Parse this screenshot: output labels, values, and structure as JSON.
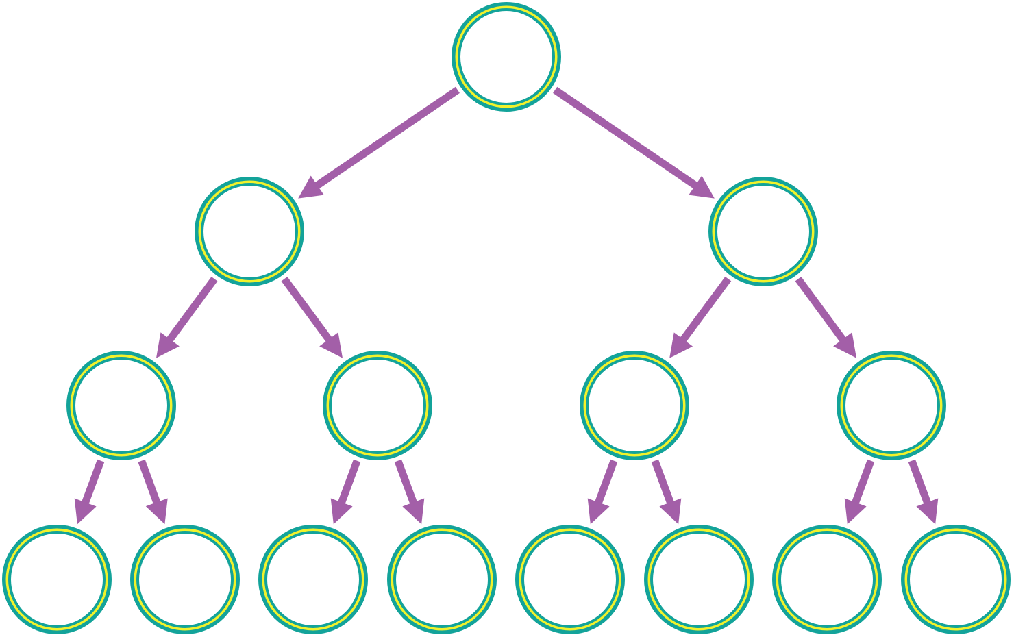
{
  "diagram": {
    "type": "binary-tree",
    "levels": 4,
    "node_count": 15,
    "edge_direction": "parent-to-child",
    "colors": {
      "node_outer_ring": "#13A39A",
      "node_middle_ring": "#F2F22B",
      "node_inner_ring": "#13A39A",
      "node_fill": "#FFFFFF",
      "edge": "#A35FA8",
      "background": "#FFFFFF"
    },
    "nodes": [
      {
        "id": "n1",
        "level": 0,
        "label": ""
      },
      {
        "id": "n2",
        "level": 1,
        "label": ""
      },
      {
        "id": "n3",
        "level": 1,
        "label": ""
      },
      {
        "id": "n4",
        "level": 2,
        "label": ""
      },
      {
        "id": "n5",
        "level": 2,
        "label": ""
      },
      {
        "id": "n6",
        "level": 2,
        "label": ""
      },
      {
        "id": "n7",
        "level": 2,
        "label": ""
      },
      {
        "id": "n8",
        "level": 3,
        "label": ""
      },
      {
        "id": "n9",
        "level": 3,
        "label": ""
      },
      {
        "id": "n10",
        "level": 3,
        "label": ""
      },
      {
        "id": "n11",
        "level": 3,
        "label": ""
      },
      {
        "id": "n12",
        "level": 3,
        "label": ""
      },
      {
        "id": "n13",
        "level": 3,
        "label": ""
      },
      {
        "id": "n14",
        "level": 3,
        "label": ""
      },
      {
        "id": "n15",
        "level": 3,
        "label": ""
      }
    ],
    "edges": [
      {
        "from": "n1",
        "to": "n2"
      },
      {
        "from": "n1",
        "to": "n3"
      },
      {
        "from": "n2",
        "to": "n4"
      },
      {
        "from": "n2",
        "to": "n5"
      },
      {
        "from": "n3",
        "to": "n6"
      },
      {
        "from": "n3",
        "to": "n7"
      },
      {
        "from": "n4",
        "to": "n8"
      },
      {
        "from": "n4",
        "to": "n9"
      },
      {
        "from": "n5",
        "to": "n10"
      },
      {
        "from": "n5",
        "to": "n11"
      },
      {
        "from": "n6",
        "to": "n12"
      },
      {
        "from": "n6",
        "to": "n13"
      },
      {
        "from": "n7",
        "to": "n14"
      },
      {
        "from": "n7",
        "to": "n15"
      }
    ]
  }
}
